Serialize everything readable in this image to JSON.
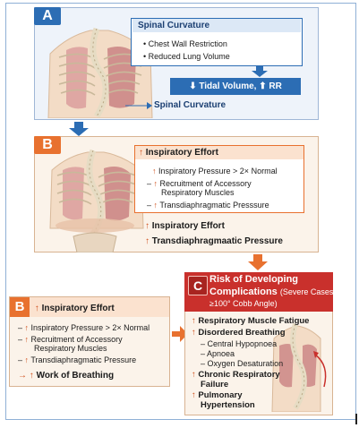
{
  "panel_a": {
    "badge": "A",
    "header": "Spinal Curvature",
    "bullets": [
      "Chest Wall Restriction",
      "Reduced Lung Volume"
    ],
    "result": "⬇ Tidal Volume, ⬆ RR",
    "label": "Spinal Curvature"
  },
  "panel_b": {
    "badge": "B",
    "header": "Inspiratory Effort",
    "items": [
      "Inspiratory Pressure > 2× Normal",
      "Recruitment of Accessory",
      "Respiratory Muscles",
      "Transdiaphragmatic Presssure"
    ],
    "label1": "Inspiratory Effort",
    "label2": "Transdiaphragmaatic Pressure"
  },
  "panel_b2": {
    "badge": "B",
    "header": "Inspiratory Effort",
    "items": [
      "Inspiratory Pressure > 2× Normal",
      "Recruitment of Accessory",
      "Respiratory Muscles",
      "Transdiaphragmatic Pressure"
    ],
    "footer": "Work of Breathing"
  },
  "panel_c": {
    "badge": "C",
    "title1": "Risk of Developing",
    "title2": "Complications",
    "note1": "(Severe Cases",
    "note2": "≥100° Cobb Angle)",
    "items": [
      "Respiratory Muscle Fatigue",
      "Disordered Breathing",
      "Chronic Respiratory",
      "Failure",
      "Pulmonary",
      "Hypertension"
    ],
    "sub_items": [
      "Central Hypopnoea",
      "Apnoea",
      "Oxygen Desaturation"
    ]
  },
  "symbols": {
    "up": "↑",
    "arrow": "→",
    "dash": "–",
    "bullet": "•"
  },
  "colors": {
    "blue": "#2c6db4",
    "orange": "#e8712f",
    "red": "#c9302c",
    "cream": "#fdf4ea"
  }
}
